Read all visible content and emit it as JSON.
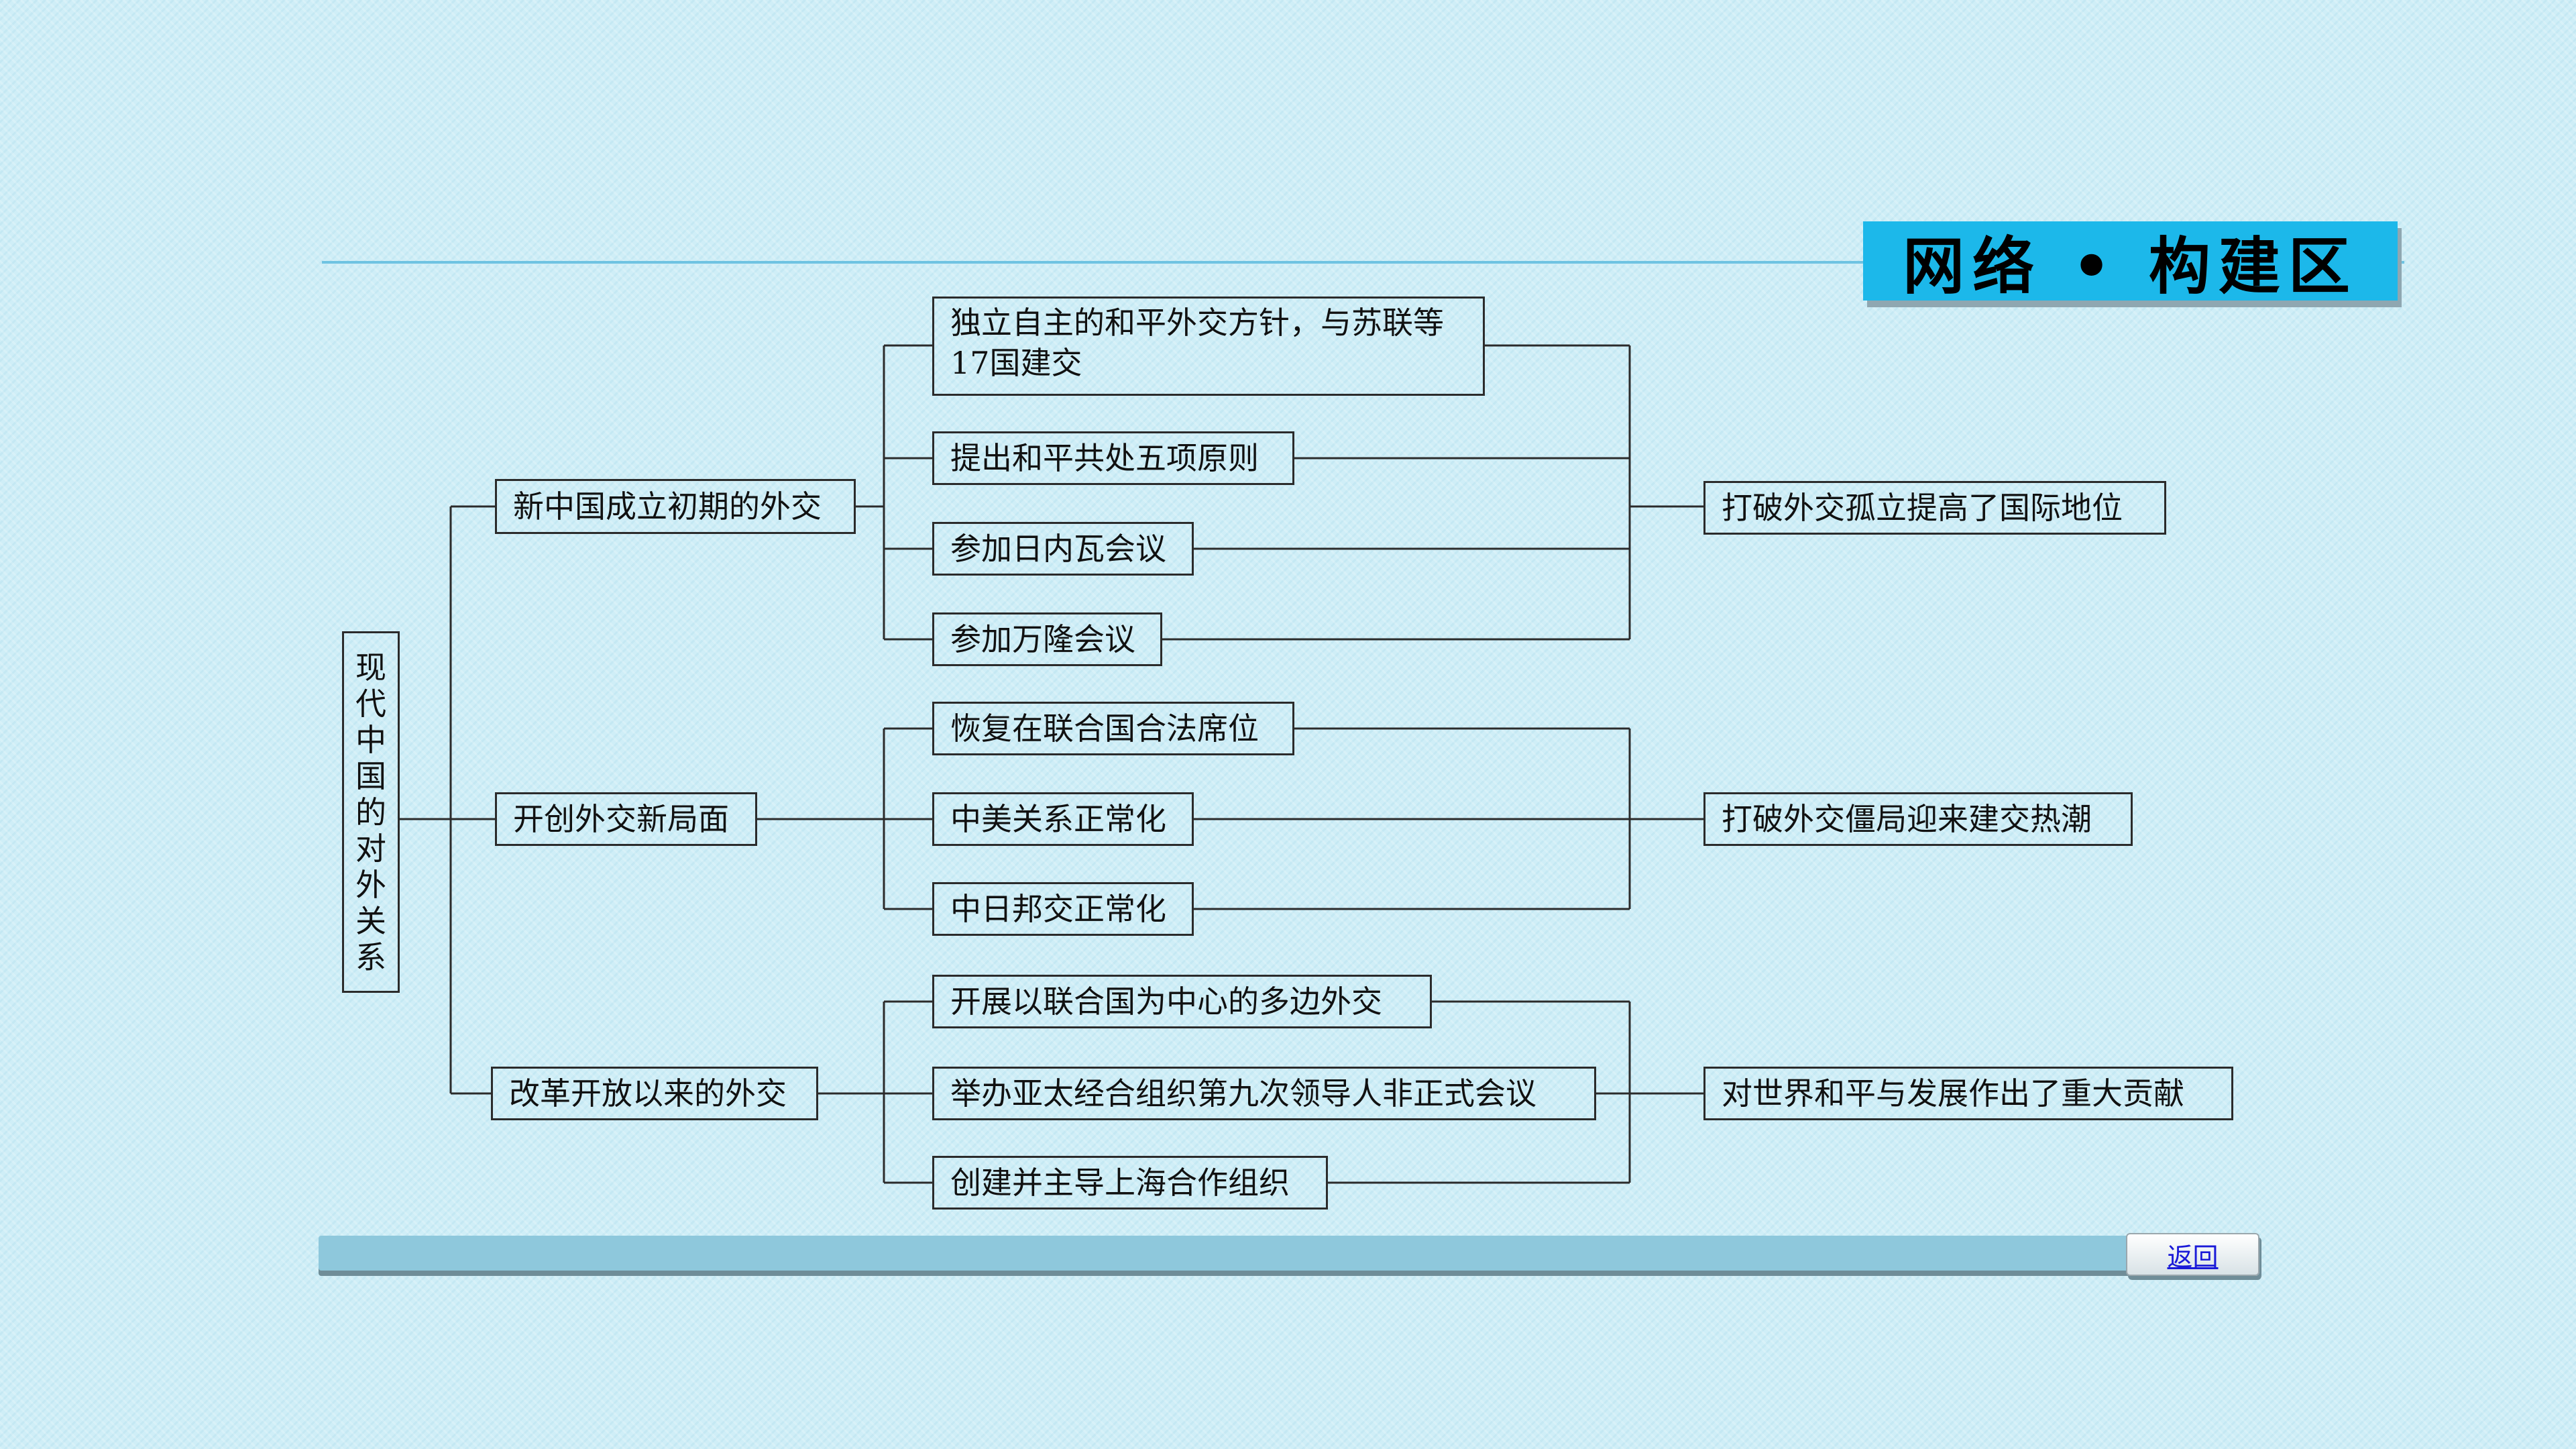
{
  "banner": {
    "title": "网络 • 构建区"
  },
  "root": {
    "label": "现代中国的对外关系"
  },
  "branches": [
    {
      "label": "新中国成立初期的外交",
      "items": [
        "独立自主的和平外交方针，与苏联等17国建交",
        "提出和平共处五项原则",
        "参加日内瓦会议",
        "参加万隆会议"
      ],
      "result": "打破外交孤立提高了国际地位"
    },
    {
      "label": "开创外交新局面",
      "items": [
        "恢复在联合国合法席位",
        "中美关系正常化",
        "中日邦交正常化"
      ],
      "result": "打破外交僵局迎来建交热潮"
    },
    {
      "label": "改革开放以来的外交",
      "items": [
        "开展以联合国为中心的多边外交",
        "举办亚太经合组织第九次领导人非正式会议",
        "创建并主导上海合作组织"
      ],
      "result": "对世界和平与发展作出了重大贡献"
    }
  ],
  "nav": {
    "return_label": "返回"
  }
}
